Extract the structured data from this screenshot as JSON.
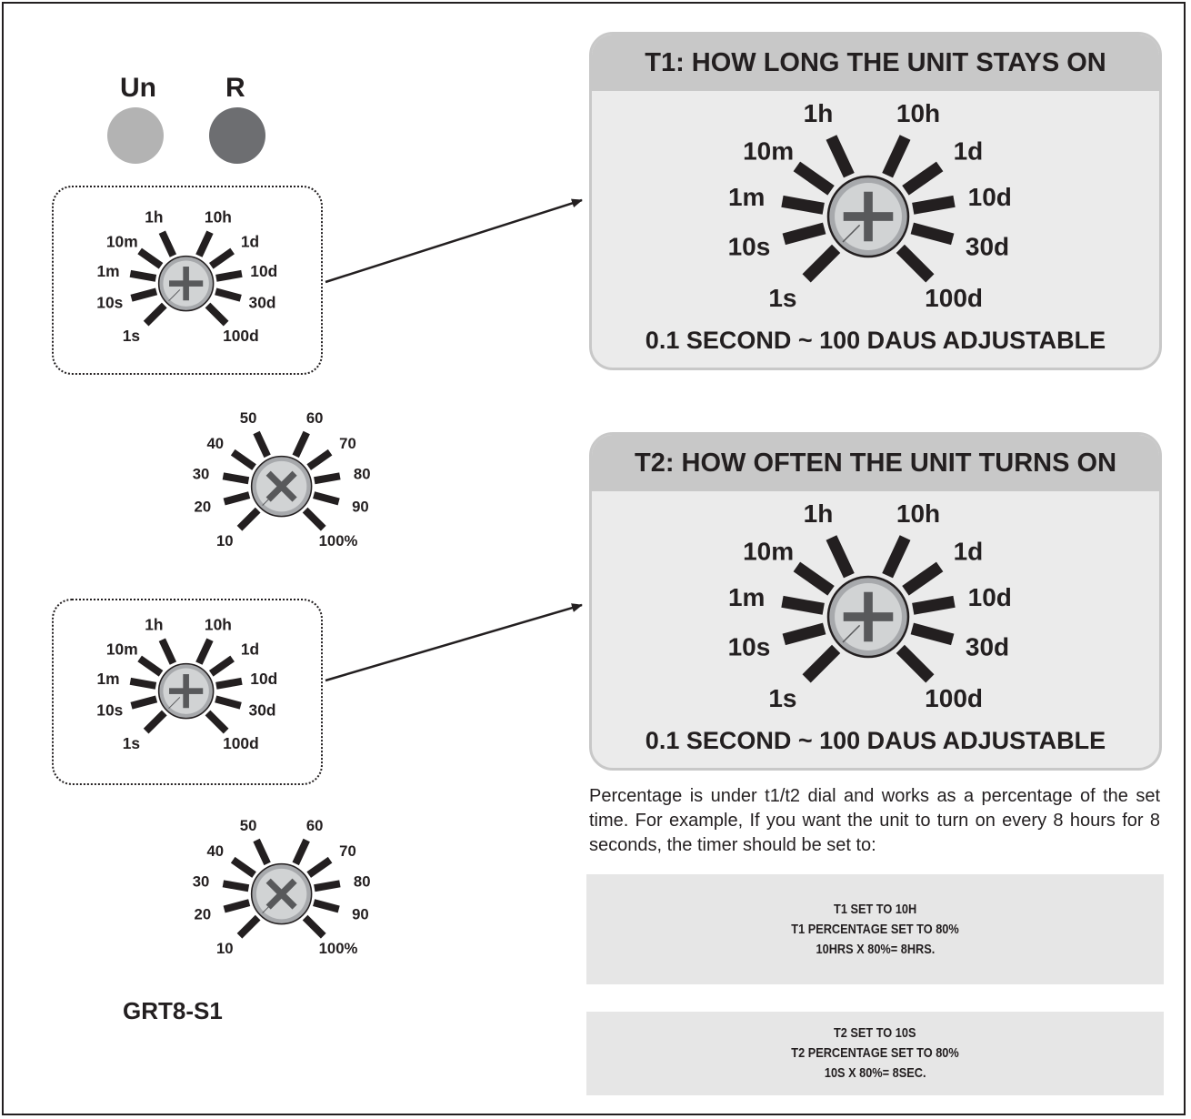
{
  "leds": {
    "un": {
      "label": "Un",
      "color": "#b3b3b3"
    },
    "r": {
      "label": "R",
      "color": "#6d6e71"
    }
  },
  "time_dial_labels": [
    "1s",
    "10s",
    "1m",
    "10m",
    "1h",
    "10h",
    "1d",
    "10d",
    "30d",
    "100d"
  ],
  "percent_dial_labels": [
    "10",
    "20",
    "30",
    "40",
    "50",
    "60",
    "70",
    "80",
    "90",
    "100%"
  ],
  "panel_t1": {
    "title": "T1: HOW LONG THE UNIT STAYS ON",
    "footer": "0.1 SECOND ~ 100 DAUS ADJUSTABLE"
  },
  "panel_t2": {
    "title": "T2: HOW OFTEN THE UNIT TURNS ON",
    "footer": "0.1 SECOND ~ 100 DAUS ADJUSTABLE"
  },
  "description": "Percentage is under t1/t2 dial and works as a percentage of the set time. For example, If you want the unit to turn on every 8 hours for 8 seconds, the timer should be set to:",
  "calc_t1": [
    "T1 SET TO 10H",
    "T1 PERCENTAGE SET TO 80%",
    "10HRS X 80%= 8HRS."
  ],
  "calc_t2": [
    "T2 SET TO 10S",
    "T2 PERCENTAGE SET TO 80%",
    "10S X 80%= 8SEC."
  ],
  "model": "GRT8-S1",
  "colors": {
    "ink": "#231f20",
    "panel_header": "#c8c8c8",
    "panel_body": "#ebebeb",
    "knob_outer": "#a7a9ac",
    "knob_inner": "#d1d3d4",
    "knob_slot": "#58595b"
  }
}
